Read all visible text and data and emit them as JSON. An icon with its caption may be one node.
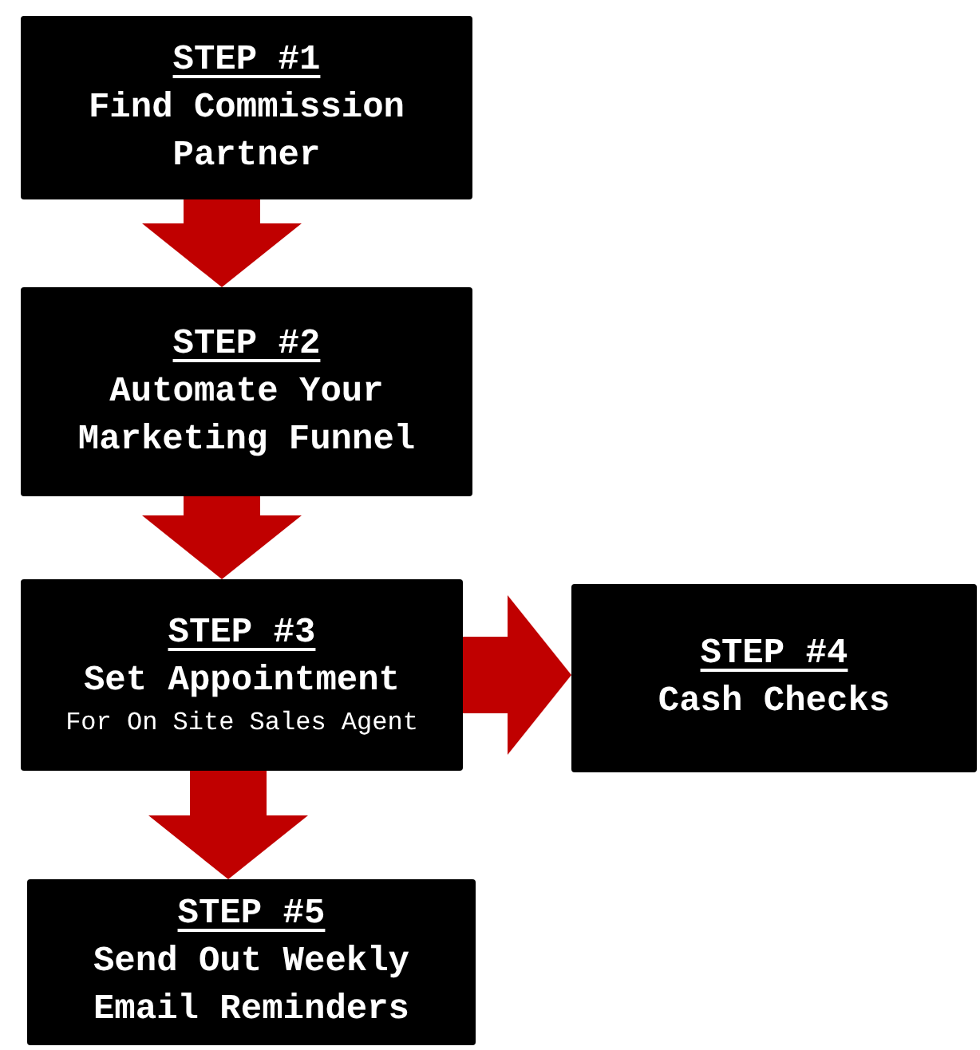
{
  "diagram": {
    "nodes": [
      {
        "text": [
          "STEP #1",
          "Find Commission Partner"
        ]
      },
      {
        "text": [
          "STEP #2",
          "Automate Your Marketing Funnel"
        ]
      },
      {
        "text": [
          "STEP #3",
          "Set Appointment",
          "For On Site Sales Agent"
        ]
      },
      {
        "text": [
          "STEP #4",
          "Cash Checks"
        ]
      },
      {
        "text": [
          "STEP #5",
          "Send Out Weekly Email Reminders"
        ]
      }
    ],
    "edges": [
      {
        "from": 0,
        "to": 1,
        "arrow": "to"
      },
      {
        "from": 1,
        "to": 2,
        "arrow": "to"
      },
      {
        "from": 2,
        "to": 3,
        "arrow": "to"
      },
      {
        "from": 2,
        "to": 4,
        "arrow": "to"
      }
    ]
  }
}
